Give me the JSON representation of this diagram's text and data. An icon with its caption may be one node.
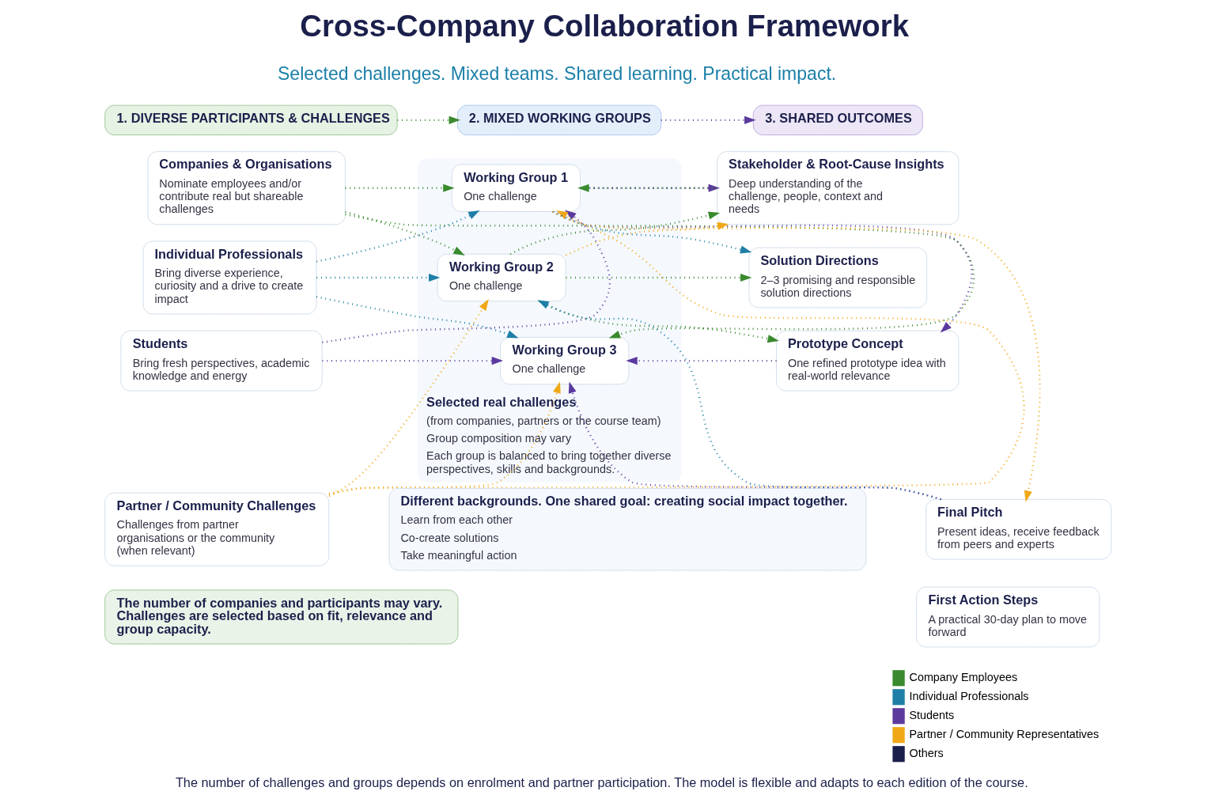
{
  "diagram": {
    "title": "Cross-Company Collaboration Framework",
    "caption": "The number of challenges and groups depends on enrolment and partner participation. The model is flexible and adapts to each edition of the course.",
    "nodes": [
      {
        "text": [
          "1. DIVERSE PARTICIPANTS & CHALLENGES"
        ]
      },
      {
        "text": [
          "2. MIXED WORKING GROUPS"
        ]
      },
      {
        "text": [
          "3. SHARED OUTCOMES"
        ]
      },
      {
        "text": [
          "Companies & Organisations",
          "Nominate employees and/or contribute real but shareable challenges"
        ]
      },
      {
        "text": [
          "Individual Professionals",
          "Bring diverse experience, curiosity and a drive to create impact"
        ]
      },
      {
        "text": [
          "Students",
          "Bring fresh perspectives, academic knowledge and energy"
        ]
      },
      {
        "text": [
          "Partner / Community Challenges",
          "Challenges from partner organisations or the community (when relevant)"
        ]
      },
      {
        "text": [
          "The number of companies and participants may vary. Challenges are selected based on fit, relevance and group capacity."
        ]
      },
      {
        "text": [
          "Selected real challenges",
          "(from companies, partners or the course team)",
          "Group composition may vary",
          "Each group is balanced to bring together diverse perspectives, skills and backgrounds."
        ]
      },
      {
        "text": [
          "Working Group 1",
          "One challenge"
        ],
        "in": 8
      },
      {
        "text": [
          "Working Group 2",
          "One challenge"
        ],
        "in": 8
      },
      {
        "text": [
          "Working Group 3",
          "One challenge"
        ],
        "in": 8
      },
      {
        "text": [
          "Stakeholder & Root-Cause Insights",
          "Deep understanding of the challenge, people, context and needs"
        ]
      },
      {
        "text": [
          "Solution Directions",
          "2–3 promising and responsible solution directions"
        ]
      },
      {
        "text": [
          "Prototype Concept",
          "One refined prototype idea with real-world relevance"
        ]
      },
      {
        "text": [
          "Final Pitch",
          "Present ideas, receive feedback from peers and experts"
        ]
      },
      {
        "text": [
          "First Action Steps",
          "A practical 30-day plan to move forward"
        ]
      },
      {
        "text": [
          "Different backgrounds. One shared goal: creating social impact together.",
          "Learn from each other",
          "Co-create solutions",
          "Take meaningful action"
        ]
      }
    ],
    "edges": [
      {
        "from": 0,
        "to": 1,
        "arrow": "to",
        "color": "#3a8a2e"
      },
      {
        "from": 1,
        "to": 2,
        "arrow": "to",
        "color": "#5b3a9e"
      },
      {
        "from": 3,
        "to": 9,
        "arrow": "to",
        "color": "#3a8a2e"
      },
      {
        "from": 3,
        "to": 10,
        "arrow": "to",
        "color": "#3a8a2e"
      },
      {
        "from": 3,
        "to": 11,
        "arrow": "to",
        "color": "#3a8a2e"
      },
      {
        "from": 4,
        "to": 9,
        "arrow": "to",
        "color": "#1f7fa6"
      },
      {
        "from": 4,
        "to": 10,
        "arrow": "to",
        "color": "#1f7fa6"
      },
      {
        "from": 4,
        "to": 11,
        "arrow": "to",
        "color": "#1f7fa6"
      },
      {
        "from": 5,
        "to": 9,
        "arrow": "to",
        "color": "#5b3a9e"
      },
      {
        "from": 5,
        "to": 11,
        "arrow": "to",
        "color": "#5b3a9e"
      },
      {
        "from": 6,
        "to": 9,
        "arrow": "to",
        "color": "#f0a818"
      },
      {
        "from": 6,
        "to": 10,
        "arrow": "to",
        "color": "#f0a818"
      },
      {
        "from": 6,
        "to": 11,
        "arrow": "to",
        "color": "#f0a818"
      },
      {
        "from": 9,
        "to": 12,
        "arrow": "to",
        "color": "#5b3a9e"
      },
      {
        "from": 9,
        "to": 13,
        "arrow": "to",
        "color": "#1f7fa6"
      },
      {
        "from": 9,
        "to": 14,
        "arrow": "to",
        "color": "#5b3a9e"
      },
      {
        "from": 9,
        "to": 15,
        "arrow": "to",
        "color": "#f0a818"
      },
      {
        "from": 12,
        "to": 9,
        "arrow": "to",
        "color": "#3a8a2e"
      },
      {
        "from": 10,
        "to": 12,
        "arrow": "to",
        "color": "#3a8a2e"
      },
      {
        "from": 10,
        "to": 12,
        "arrow": "to",
        "color": "#f0a818"
      },
      {
        "from": 10,
        "to": 13,
        "arrow": "to",
        "color": "#3a8a2e"
      },
      {
        "from": 10,
        "to": 14,
        "arrow": "to",
        "color": "#3a8a2e"
      },
      {
        "from": 15,
        "to": 10,
        "arrow": "to",
        "color": "#1f7fa6"
      },
      {
        "from": 14,
        "to": 11,
        "arrow": "to",
        "color": "#5b3a9e"
      },
      {
        "from": 15,
        "to": 11,
        "arrow": "to",
        "color": "#5b3a9e"
      }
    ],
    "labels": [
      "Selected challenges. Mixed teams. Shared learning. Practical impact."
    ],
    "legend": [
      {
        "text": "Company Employees",
        "color": "#3a8a2e"
      },
      {
        "text": "Individual Professionals",
        "color": "#1f7fa6"
      },
      {
        "text": "Students",
        "color": "#5b3a9e"
      },
      {
        "text": "Partner / Community Representatives",
        "color": "#f0a818"
      },
      {
        "text": "Others",
        "color": "#1b1f4b"
      }
    ]
  }
}
